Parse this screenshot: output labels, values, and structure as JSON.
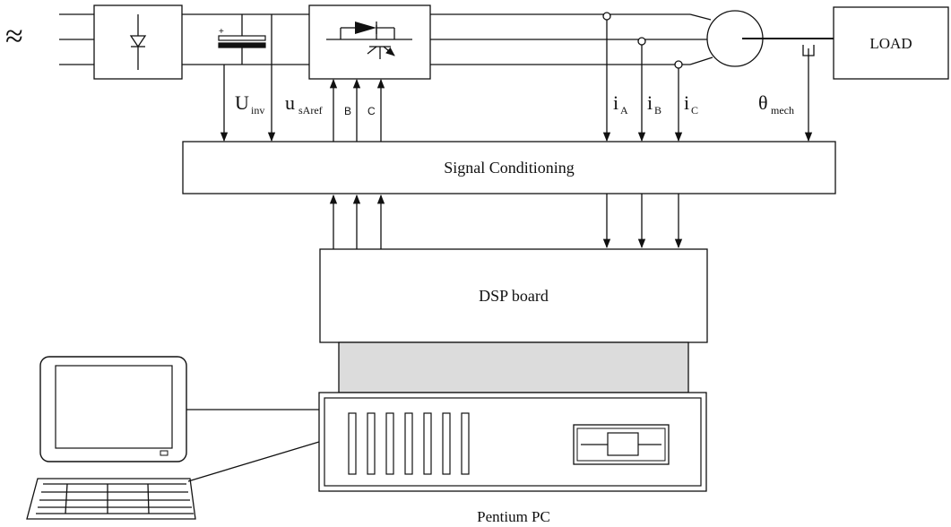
{
  "diagram": {
    "ac_source_symbol": "≈",
    "labels": {
      "u_inv_main": "U",
      "u_inv_sub": "inv",
      "u_sref_main": "u",
      "u_sref_sub": "sAref",
      "phase_b": "B",
      "phase_c": "C",
      "i_a_main": "i",
      "i_a_sub": "A",
      "i_b_main": "i",
      "i_b_sub": "B",
      "i_c_main": "i",
      "i_c_sub": "C",
      "theta_main": "θ",
      "theta_sub": "mech"
    },
    "blocks": {
      "load": "LOAD",
      "signal_conditioning": "Signal Conditioning",
      "dsp_board": "DSP board",
      "pc_label": "Pentium PC"
    }
  }
}
